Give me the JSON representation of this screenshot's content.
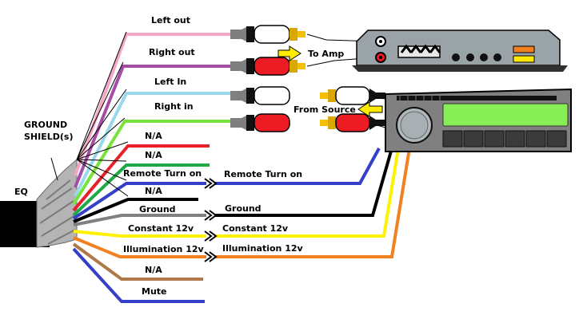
{
  "title": "",
  "eq_label": "EQ",
  "ground_shield_label": [
    "GROUND",
    "SHIELD(s)"
  ],
  "labels": {
    "left_out": "Left out",
    "right_out": "Right out",
    "left_in": "Left In",
    "right_in": "Right in",
    "na1": "N/A",
    "na2": "N/A",
    "remote_eq": "Remote Turn on",
    "na3": "N/A",
    "ground_eq": "Ground",
    "const_eq": "Constant 12v",
    "illum_eq": "Illumination 12v",
    "na4": "N/A",
    "mute": "Mute",
    "remote_src": "Remote Turn on",
    "ground_src": "Ground",
    "const_src": "Constant 12v",
    "illum_src": "Illumination 12v",
    "to_amp": "To Amp",
    "from_source": "From Source"
  },
  "wire_colors": {
    "left_out": "#f4a6c8",
    "right_out": "#a64ca6",
    "left_in": "#99d8e8",
    "right_in": "#78e23c",
    "na1": "#e8202a",
    "na2": "#1ea848",
    "remote": "#3440c8",
    "na3": "#000000",
    "ground": "#808080",
    "constant": "#fff200",
    "illumination": "#f08020",
    "na4": "#b07848",
    "mute": "#3440c8"
  },
  "rca_colors": {
    "white": "#ffffff",
    "red": "#ed1c24",
    "tip": "#f5c000"
  }
}
